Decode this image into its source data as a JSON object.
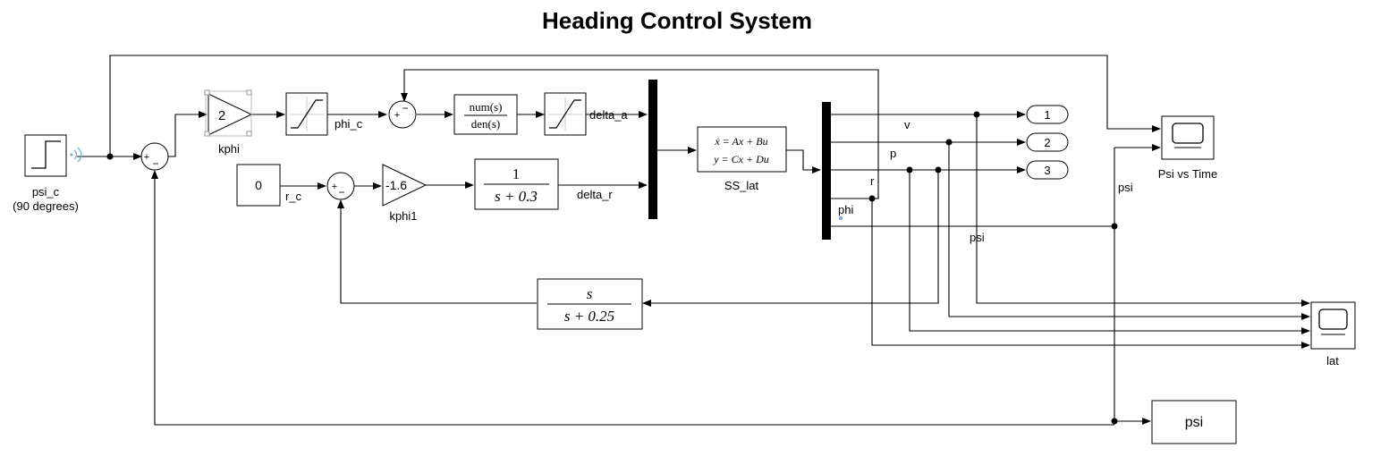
{
  "title": "Heading Control System",
  "blocks": {
    "step": {
      "label_line1": "psi_c",
      "label_line2": "(90 degrees)"
    },
    "sum_main": {
      "plus": "+",
      "minus": "−"
    },
    "gain_kphi": {
      "value": "2",
      "label": "kphi"
    },
    "sat_phi": {},
    "sum_phi": {
      "plus": "+",
      "minus": "−"
    },
    "tf_num_den": {
      "numerator": "num(s)",
      "denominator": "den(s)"
    },
    "sat_delta_a": {},
    "const_rc": {
      "value": "0"
    },
    "sum_r": {
      "plus": "+",
      "minus": "−"
    },
    "gain_kphi1": {
      "value": "-1.6",
      "label": "kphi1"
    },
    "tf_rudder": {
      "numerator": "1",
      "denominator": "s + 0.3"
    },
    "washout": {
      "numerator": "s",
      "denominator": "s + 0.25"
    },
    "ss_lat": {
      "eq1": "ẋ = Ax + Bu",
      "eq2": "y = Cx + Du",
      "label": "SS_lat"
    },
    "out1": {
      "value": "1"
    },
    "out2": {
      "value": "2"
    },
    "out3": {
      "value": "3"
    },
    "scope_psi": {
      "label": "Psi vs Time"
    },
    "scope_lat": {
      "label": "lat"
    },
    "display_psi": {
      "value": "psi"
    }
  },
  "signals": {
    "phi_c": "phi_c",
    "delta_a": "delta_a",
    "r_c": "r_c",
    "delta_r": "delta_r",
    "v": "v",
    "p": "p",
    "r": "r",
    "phi": "phi",
    "psi_upper": "psi",
    "psi_lower": "psi"
  },
  "colors": {
    "accent_blue": "#6fa8dc"
  }
}
